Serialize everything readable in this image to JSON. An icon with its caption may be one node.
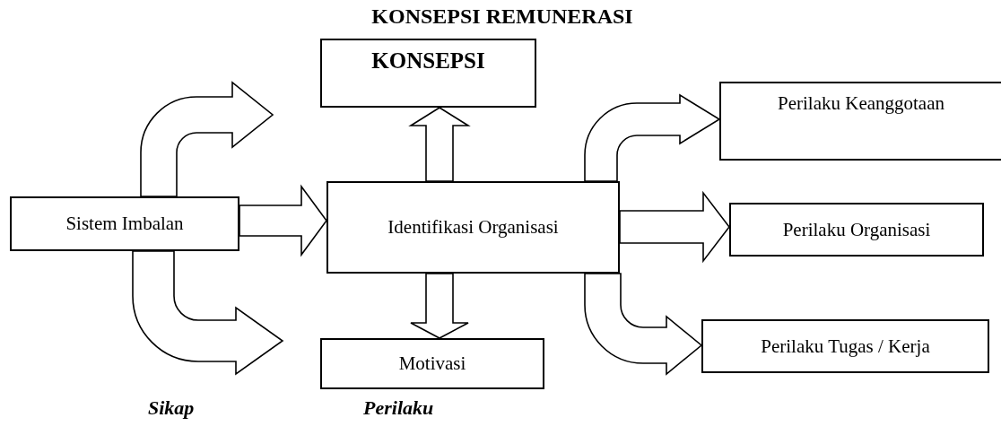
{
  "diagram": {
    "title": "KONSEPSI REMUNERASI",
    "nodes": [
      {
        "text": [
          "KONSEPSI"
        ]
      },
      {
        "text": [
          "Perilaku Keanggotaan"
        ]
      },
      {
        "text": [
          "Sistem Imbalan"
        ]
      },
      {
        "text": [
          "Identifikasi Organisasi"
        ]
      },
      {
        "text": [
          "Perilaku Organisasi"
        ]
      },
      {
        "text": [
          "Motivasi"
        ]
      },
      {
        "text": [
          "Perilaku Tugas / Kerja"
        ]
      }
    ],
    "edges": [
      {
        "from": 2,
        "to": null,
        "arrow": "to"
      },
      {
        "from": 2,
        "to": 3,
        "arrow": "to"
      },
      {
        "from": 2,
        "to": null,
        "arrow": "to"
      },
      {
        "from": 3,
        "to": 0,
        "arrow": "to"
      },
      {
        "from": 3,
        "to": 5,
        "arrow": "to"
      },
      {
        "from": 3,
        "to": 1,
        "arrow": "to"
      },
      {
        "from": 3,
        "to": 4,
        "arrow": "to"
      },
      {
        "from": 3,
        "to": 6,
        "arrow": "to"
      }
    ],
    "labels": [
      "Sikap",
      "Perilaku"
    ]
  }
}
